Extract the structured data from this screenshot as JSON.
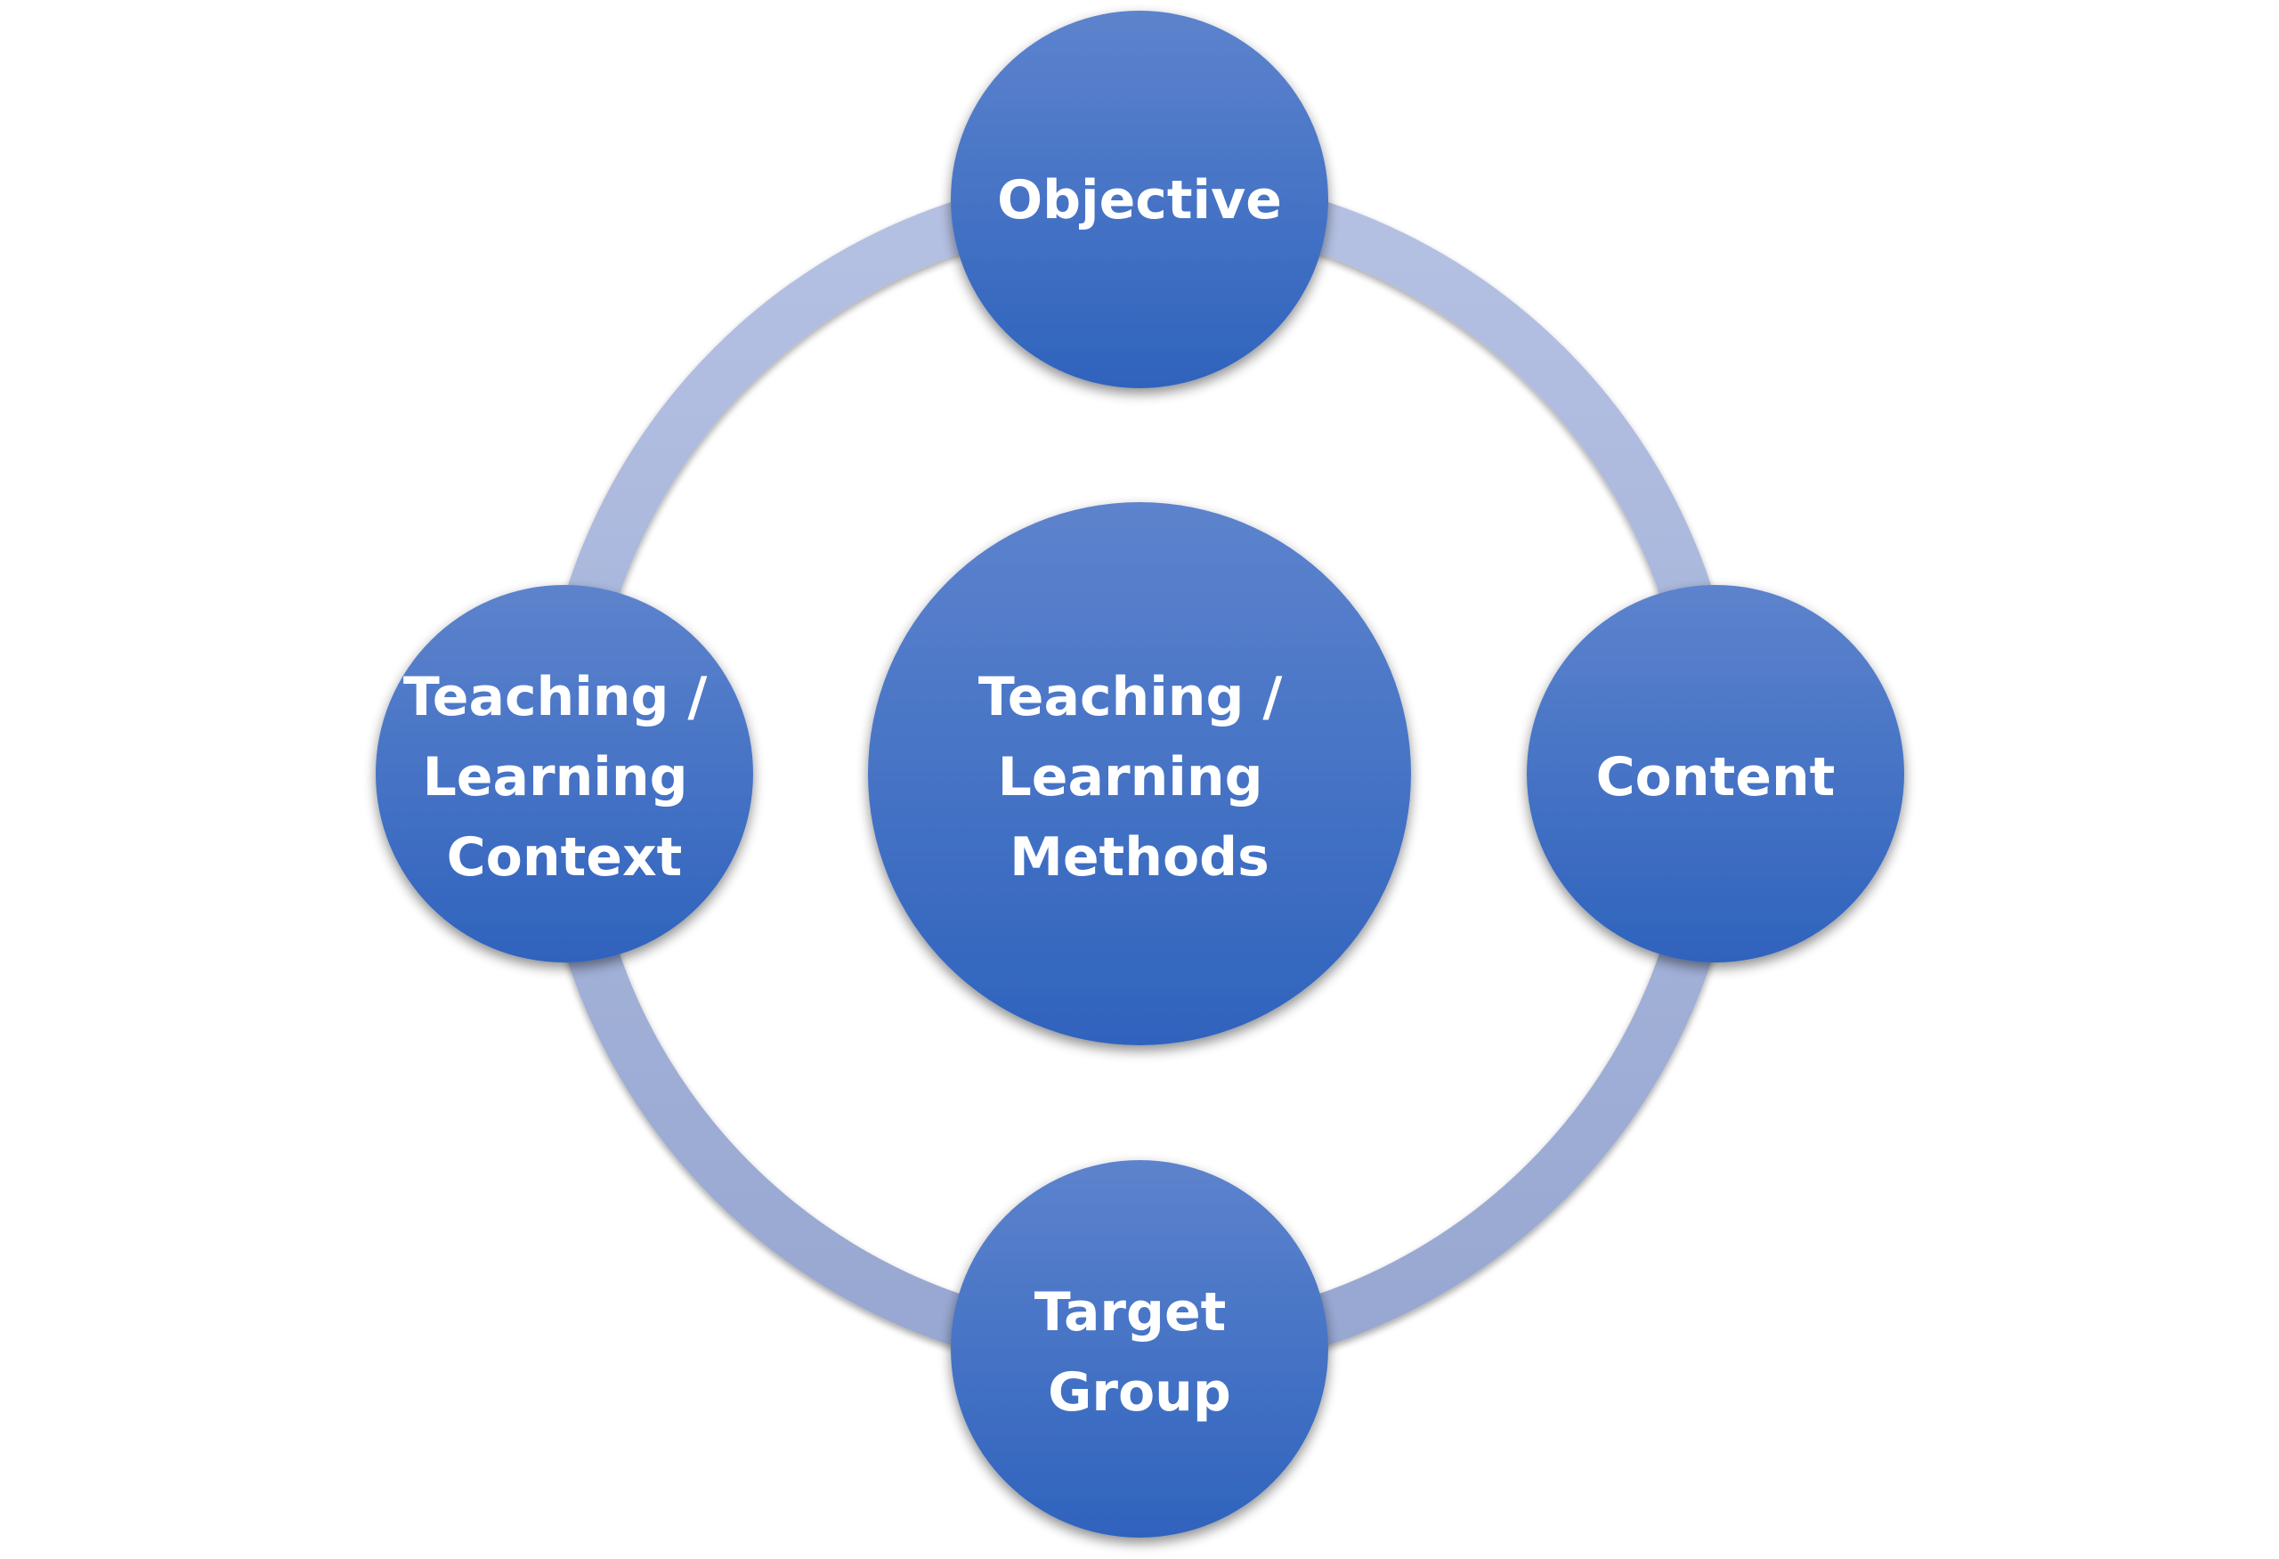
{
  "diagram": {
    "type": "cycle-with-center",
    "colors": {
      "node_top": "#5d83cd",
      "node_bottom": "#2f63bd",
      "ring_top": "#b5c1e3",
      "ring_bottom": "#97a7d1",
      "label": "#ffffff",
      "background": "#ffffff"
    },
    "center": {
      "id": "methods",
      "label_lines": [
        "Teaching /",
        "Learning",
        "Methods"
      ]
    },
    "nodes": [
      {
        "id": "objective",
        "position": "top",
        "label_lines": [
          "Objective"
        ]
      },
      {
        "id": "content",
        "position": "right",
        "label_lines": [
          "Content"
        ]
      },
      {
        "id": "target-group",
        "position": "bottom",
        "label_lines": [
          "Target",
          "Group"
        ]
      },
      {
        "id": "context",
        "position": "left",
        "label_lines": [
          "Teaching /",
          "Learning",
          "Context"
        ]
      }
    ]
  }
}
